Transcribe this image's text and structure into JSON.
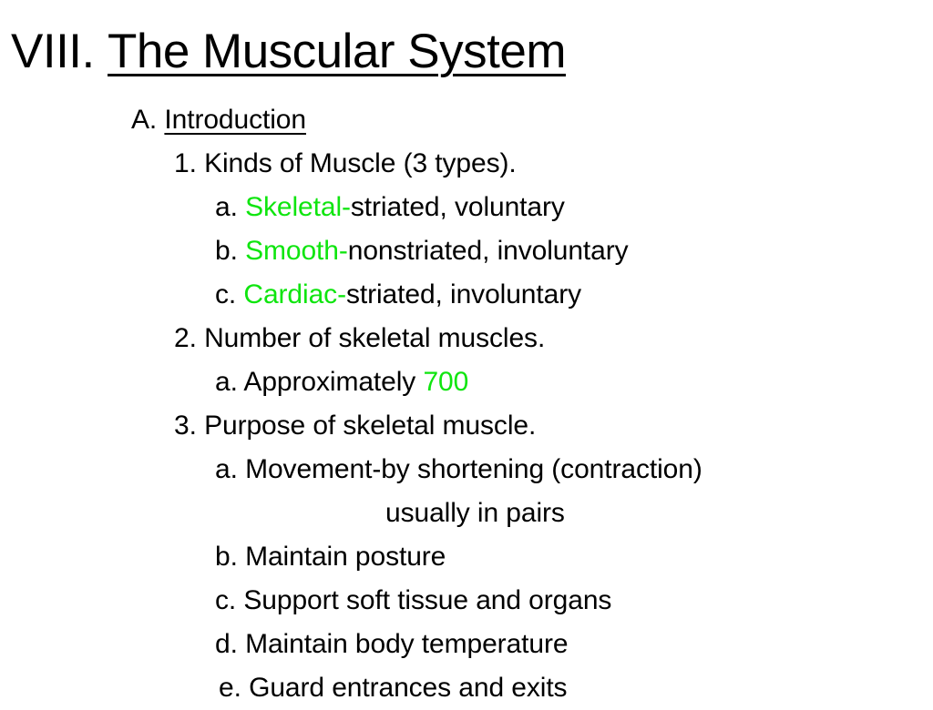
{
  "slide": {
    "background_color": "#ffffff",
    "text_color": "#000000",
    "highlight_color": "#0fe50f",
    "title": {
      "number": "VIII.",
      "heading": "The Muscular System",
      "full": "VIII. The Muscular System"
    },
    "outline": [
      {
        "id": "a-introduction",
        "level": "a",
        "marker": "A.",
        "text": "Introduction",
        "underlined": true
      },
      {
        "id": "item-1",
        "level": "1",
        "marker": "1.",
        "text": "Kinds of Muscle (3 types)."
      },
      {
        "id": "item-1a",
        "level": "ab",
        "marker": "a.",
        "highlight": "Skeletal-",
        "text": "striated, voluntary"
      },
      {
        "id": "item-1b",
        "level": "ab",
        "marker": "b.",
        "highlight": "Smooth-",
        "text": "nonstriated, involuntary"
      },
      {
        "id": "item-1c",
        "level": "ab",
        "marker": "c.",
        "highlight": "Cardiac-",
        "text": "striated, involuntary"
      },
      {
        "id": "item-2",
        "level": "1",
        "marker": "2.",
        "text": "Number of skeletal muscles."
      },
      {
        "id": "item-2a",
        "level": "ab",
        "marker": "a.",
        "text": "Approximately ",
        "highlight_after": "700"
      },
      {
        "id": "item-3",
        "level": "1",
        "marker": "3.",
        "text": "Purpose of skeletal muscle."
      },
      {
        "id": "item-3a",
        "level": "ab",
        "marker": "a.",
        "text": "Movement-by shortening (contraction)"
      },
      {
        "id": "item-3a-cont",
        "level": "cont",
        "marker": "",
        "text": "usually in pairs"
      },
      {
        "id": "item-3b",
        "level": "ab",
        "marker": "b.",
        "text": "Maintain posture"
      },
      {
        "id": "item-3c",
        "level": "ab",
        "marker": "c.",
        "text": "Support soft tissue and organs"
      },
      {
        "id": "item-3d",
        "level": "ab",
        "marker": "d.",
        "text": "Maintain body temperature"
      },
      {
        "id": "item-3e",
        "level": "e",
        "marker": "e.",
        "text": "Guard entrances and exits"
      }
    ]
  }
}
